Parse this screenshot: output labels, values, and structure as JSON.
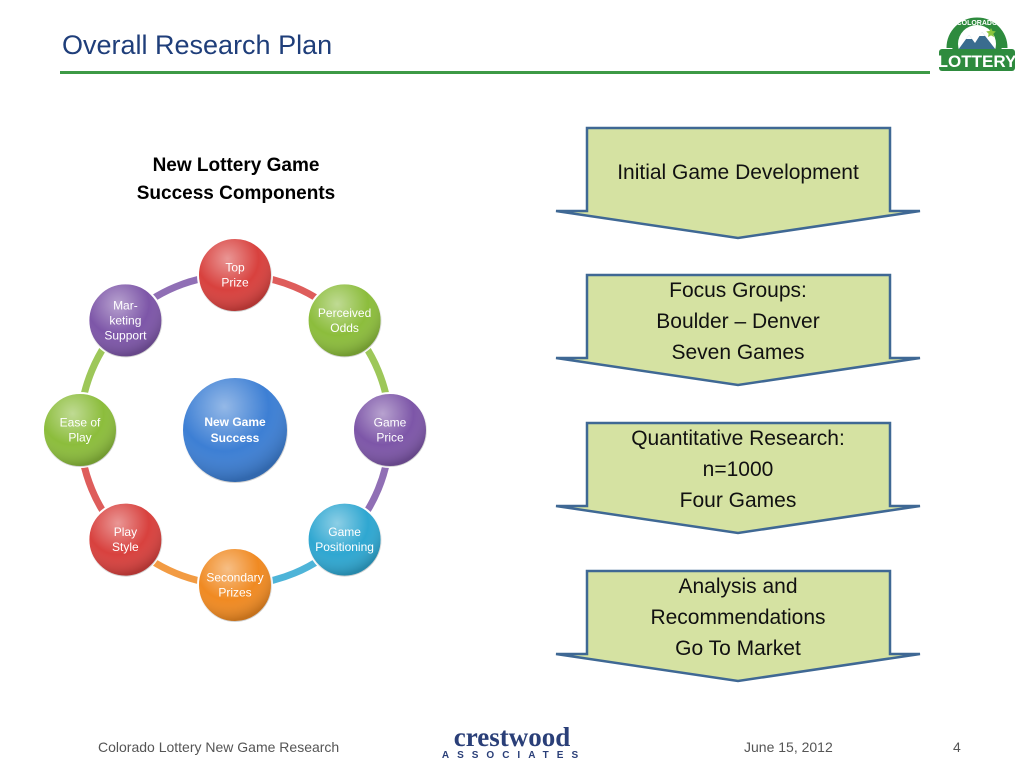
{
  "slide": {
    "title": "Overall Research Plan",
    "accent_color": "#3d9a46",
    "title_color": "#1f3e7a"
  },
  "logo": {
    "top_text": "COLORADO",
    "main_text": "LOTTERY"
  },
  "diagram": {
    "heading_line1": "New Lottery Game",
    "heading_line2": "Success Components",
    "center": {
      "line1": "New Game",
      "line2": "Success",
      "color": "#3d7fd4"
    },
    "nodes": [
      {
        "lines": [
          "Top",
          "Prize"
        ],
        "color": "#d8413e"
      },
      {
        "lines": [
          "Perceived",
          "Odds"
        ],
        "color": "#8cbd3c"
      },
      {
        "lines": [
          "Game",
          "Price"
        ],
        "color": "#7d56a8"
      },
      {
        "lines": [
          "Game",
          "Positioning"
        ],
        "color": "#2fa7d1"
      },
      {
        "lines": [
          "Secondary",
          "Prizes"
        ],
        "color": "#f08a22"
      },
      {
        "lines": [
          "Play",
          "Style"
        ],
        "color": "#d8413e"
      },
      {
        "lines": [
          "Ease of",
          "Play"
        ],
        "color": "#8cbd3c"
      },
      {
        "lines": [
          "Mar-",
          "keting",
          "Support"
        ],
        "color": "#7d56a8"
      }
    ]
  },
  "flow": {
    "fill_color": "#d5e2a2",
    "border_color": "#3f6894",
    "steps": [
      {
        "lines": [
          "Initial Game Development"
        ]
      },
      {
        "lines": [
          "Focus Groups:",
          "Boulder – Denver",
          "Seven Games"
        ]
      },
      {
        "lines": [
          "Quantitative Research:",
          "n=1000",
          "Four Games"
        ]
      },
      {
        "lines": [
          "Analysis and",
          "Recommendations",
          "Go To Market"
        ]
      }
    ]
  },
  "footer": {
    "left_text": "Colorado Lottery New Game Research",
    "brand_name": "crestwood",
    "brand_sub": "ASSOCIATES",
    "date": "June 15, 2012",
    "page": "4"
  }
}
